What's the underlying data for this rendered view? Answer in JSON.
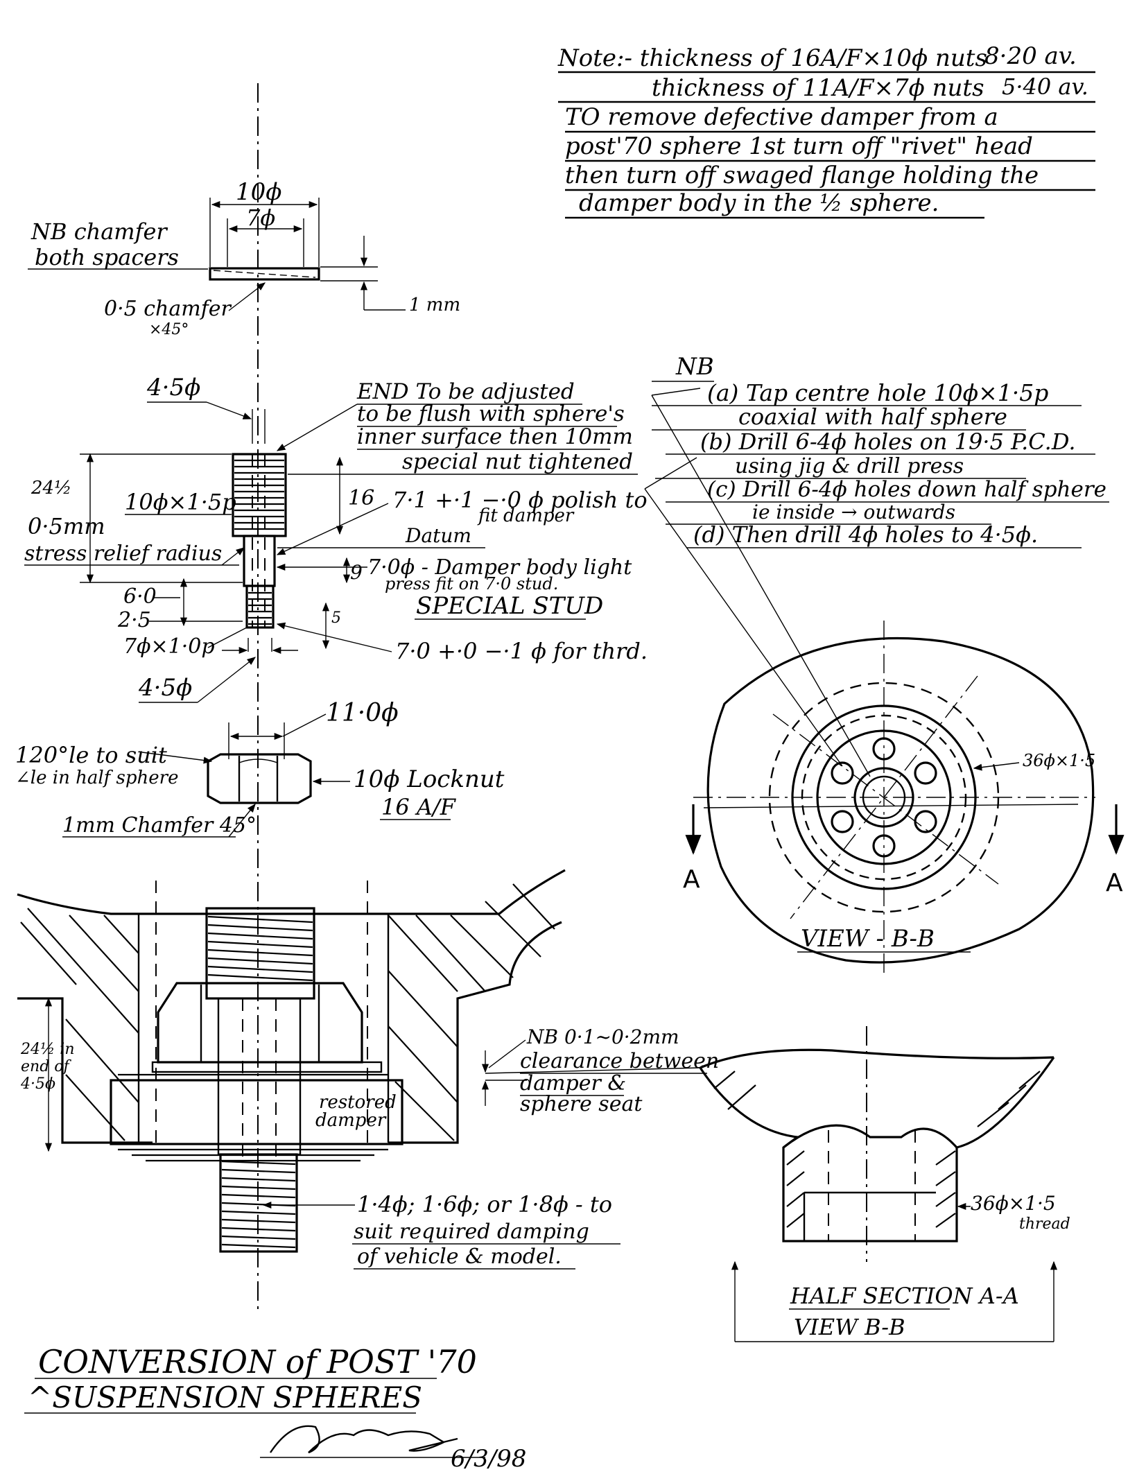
{
  "note": {
    "line1_prefix": "Note:- thickness of 16A/F×10ϕ nuts",
    "line1_value": "8·20 av.",
    "line2_prefix": "thickness of 11A/F×7ϕ nuts",
    "line2_value": "5·40 av.",
    "line3": "TO remove defective damper from a",
    "line4": "post'70 sphere 1st turn off \"rivet\" head",
    "line5": "then turn off swaged flange holding the",
    "line6": "damper body in the ½ sphere."
  },
  "spacer": {
    "outer_dia": "10ϕ",
    "inner_dia": "7ϕ",
    "nb_line1": "NB chamfer",
    "nb_line2": "both spacers",
    "chamfer_line1": "0·5 chamfer",
    "chamfer_line2": "×45°",
    "thickness": "1 mm"
  },
  "stud": {
    "dia_top": "4·5ϕ",
    "end_line1": "END To be adjusted",
    "end_line2": "to be flush with sphere's",
    "end_line3": "inner surface then 10mm",
    "end_line4": "special nut tightened",
    "dim_24": "24½",
    "thread_10": "10ϕ×1·5p",
    "dim_16": "16",
    "tol_71": "7·1 +·1 −·0 ϕ polish to",
    "tol_71b": "fit damper",
    "datum": "Datum",
    "stress1": "0·5mm",
    "stress2": "stress relief radius",
    "dim_9": "9",
    "damper_fit1": "7·0ϕ - Damper body light",
    "damper_fit2": "press fit on 7·0 stud.",
    "special": "SPECIAL STUD",
    "dim_6": "6·0",
    "dim_25": "2·5",
    "dim_5": "5",
    "thread_7": "7ϕ×1·0p",
    "tol_70": "7·0 +·0 −·1 ϕ for thrd.",
    "dia_bottom": "4·5ϕ"
  },
  "locknut": {
    "across": "11·0ϕ",
    "angle1": "120°le to suit",
    "angle2": "∠le in half sphere",
    "label1": "10ϕ Locknut",
    "label2": "16 A/F",
    "chamfer": "1mm Chamfer 45°"
  },
  "nb_list": {
    "heading": "NB",
    "a": "(a) Tap centre hole 10ϕ×1·5p",
    "a2": "coaxial with half sphere",
    "b": "(b) Drill 6-4ϕ holes on 19·5 P.C.D.",
    "b2": "using jig & drill press",
    "c": "(c) Drill 6-4ϕ holes down half sphere",
    "c2": "ie inside → outwards",
    "d": "(d) Then drill 4ϕ holes to 4·5ϕ."
  },
  "view_bb": {
    "thread": "36ϕ×1·5",
    "label_a": "A",
    "caption": "VIEW - B-B"
  },
  "assembly": {
    "dim_side1": "24½ in",
    "dim_side2": "end of",
    "dim_side3": "4·5ϕ",
    "clear1": "NB 0·1~0·2mm",
    "clear2": "clearance between",
    "clear3": "damper &",
    "clear4": "sphere seat",
    "restored1": "restored",
    "restored2": "damper",
    "orifice1": "1·4ϕ; 1·6ϕ; or 1·8ϕ - to",
    "orifice2": "suit required damping",
    "orifice3": "of vehicle & model."
  },
  "section": {
    "thread": "36ϕ×1·5",
    "thread2": "thread",
    "cap1": "HALF SECTION A-A",
    "cap2": "VIEW B-B"
  },
  "title": {
    "line1": "CONVERSION of POST '70",
    "line2": "^SUSPENSION SPHERES",
    "date": "6/3/98"
  }
}
